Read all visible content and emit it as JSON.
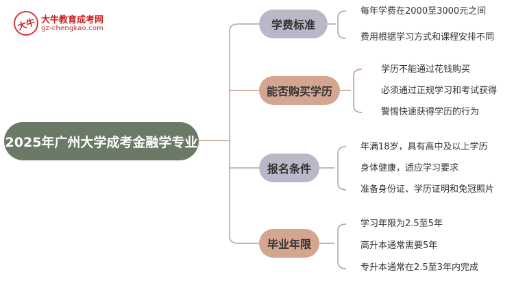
{
  "logo": {
    "mark": "大牛",
    "title": "大牛教育成考网",
    "url": "gz-chengkao.com"
  },
  "root": "2025年广州大学成考金融学专业",
  "branches": [
    {
      "label": "学费标准",
      "children": [
        "每年学费在2000至3000元之间",
        "费用根据学习方式和课程安排不同"
      ]
    },
    {
      "label": "能否购买学历",
      "children": [
        "学历不能通过花钱购买",
        "必须通过正规学习和考试获得",
        "警惕快速获得学历的行为"
      ]
    },
    {
      "label": "报名条件",
      "children": [
        "年满18岁，具有高中及以上学历",
        "身体健康，适应学习要求",
        "准备身份证、学历证明和免冠照片"
      ]
    },
    {
      "label": "毕业年限",
      "children": [
        "学习年限为2.5至5年",
        "高升本通常需要5年",
        "专升本通常在2.5至3年内完成"
      ]
    }
  ],
  "colors": {
    "root_fill": "#6b7a66",
    "gray_branch": "#b9b8c8",
    "tan_branch": "#d4a58f",
    "line_gray": "#a3a2b8",
    "line_tan": "#c99680"
  }
}
